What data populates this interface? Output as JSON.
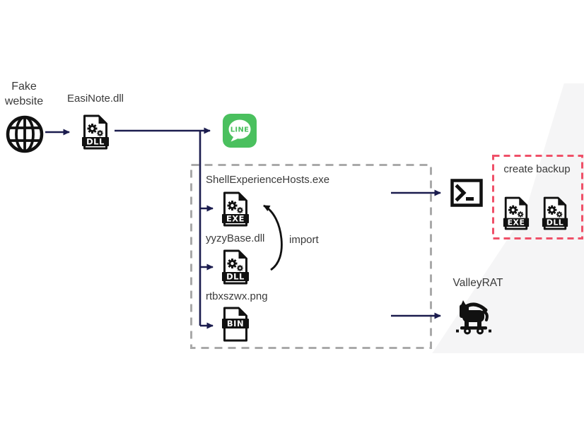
{
  "nodes": {
    "fake_website": {
      "label_line1": "Fake",
      "label_line2": "website"
    },
    "easinote": {
      "label": "EasiNote.dll"
    },
    "line_app": {
      "text": "LINE"
    },
    "shell_exe": {
      "label": "ShellExperienceHosts.exe"
    },
    "yyzybase": {
      "label": "yyzyBase.dll"
    },
    "rtbx": {
      "label": "rtbxszwx.png"
    },
    "backup": {
      "label": "create backup"
    },
    "valleyrat": {
      "label": "ValleyRAT"
    }
  },
  "edges": {
    "import_label": "import"
  },
  "badges": {
    "dll": "DLL",
    "exe": "EXE",
    "bin": "BIN"
  },
  "colors": {
    "arrow_navy": "#1b1c4e",
    "line_green": "#4ac05e",
    "backup_box_pink": "#ef5068",
    "stage_box_gray": "#a9a9a9",
    "text_gray": "#3a3a3a",
    "icon_black": "#111111",
    "background_wedge": "#f5f5f6"
  }
}
